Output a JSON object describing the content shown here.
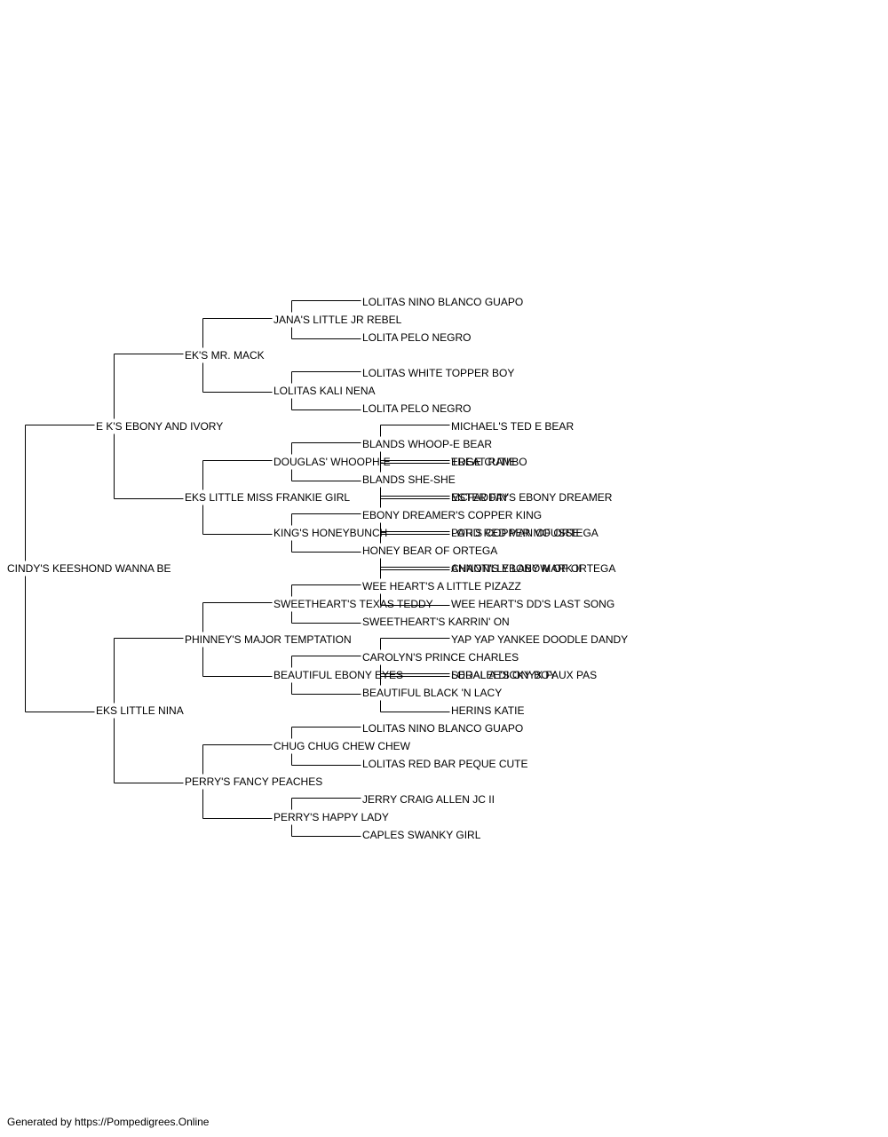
{
  "pedigree": {
    "name": "CINDY'S KEESHOND WANNA BE",
    "sire": {
      "name": "E K'S EBONY AND IVORY",
      "sire": {
        "name": "EK'S MR. MACK",
        "sire": {
          "name": "JANA'S LITTLE JR REBEL",
          "sire": {
            "name": "LOLITAS NINO BLANCO GUAPO"
          },
          "dam": {
            "name": "LOLITA PELO NEGRO"
          }
        },
        "dam": {
          "name": "LOLITAS KALI NENA",
          "sire": {
            "name": "LOLITAS WHITE TOPPER BOY"
          },
          "dam": {
            "name": "LOLITA PELO NEGRO"
          }
        }
      },
      "dam": {
        "name": "EKS LITTLE MISS FRANKIE GIRL",
        "sire": {
          "name": "DOUGLAS' WHOOPH-E",
          "sire": {
            "name": "BLANDS WHOOP-E BEAR",
            "sire": {
              "name": "MICHAEL'S TED E BEAR"
            },
            "dam": {
              "name": "EDGE CUTIE"
            }
          },
          "dam": {
            "name": "BLANDS SHE-SHE",
            "sire": {
              "name": "TREAT RAMBO"
            },
            "dam": {
              "name": "ESTER FAY"
            }
          }
        },
        "dam": {
          "name": "KING'S HONEYBUNCH",
          "sire": {
            "name": "EBONY DREAMER'S COPPER KING",
            "sire": {
              "name": "MCFADDIN'S EBONY DREAMER"
            },
            "dam": {
              "name": "PATI'S COPPER MOUSSE"
            }
          },
          "dam": {
            "name": "HONEY BEAR OF ORTEGA",
            "sire": {
              "name": "LORD RED MAN OF ORTEGA"
            },
            "dam": {
              "name": "CHANTILLY LABOW OF ORTEGA"
            }
          }
        }
      }
    },
    "dam": {
      "name": "EKS LITTLE NINA",
      "sire": {
        "name": "PHINNEY'S MAJOR TEMPTATION",
        "sire": {
          "name": "SWEETHEART'S TEXAS TEDDY",
          "sire": {
            "name": "WEE HEART'S A LITTLE PIZAZZ",
            "sire": {
              "name": "ANNON'S EBONY MARK II"
            },
            "dam": {
              "name": "WEE HEART'S DD'S LAST SONG"
            }
          },
          "dam": {
            "name": "SWEETHEART'S KARRIN' ON"
          }
        },
        "dam": {
          "name": "BEAUTIFUL EBONY EYES",
          "sire": {
            "name": "CAROLYN'S PRINCE CHARLES",
            "sire": {
              "name": "YAP YAP YANKEE DOODLE DANDY"
            },
            "dam": {
              "name": "LORALEE'S ONYX FAUX PAS"
            }
          },
          "dam": {
            "name": "BEAUTIFUL BLACK 'N LACY",
            "sire": {
              "name": "SEDALIA DICKY BOY"
            },
            "dam": {
              "name": "HERINS KATIE"
            }
          }
        }
      },
      "dam": {
        "name": "PERRY'S FANCY PEACHES",
        "sire": {
          "name": "CHUG CHUG CHEW CHEW",
          "sire": {
            "name": "LOLITAS NINO BLANCO GUAPO"
          },
          "dam": {
            "name": "LOLITAS RED BAR PEQUE CUTE"
          }
        },
        "dam": {
          "name": "PERRY'S HAPPY LADY",
          "sire": {
            "name": "JERRY CRAIG ALLEN JC II"
          },
          "dam": {
            "name": "CAPLES SWANKY GIRL"
          }
        }
      }
    }
  },
  "footer": "Generated by https://Pompedigrees.Online"
}
